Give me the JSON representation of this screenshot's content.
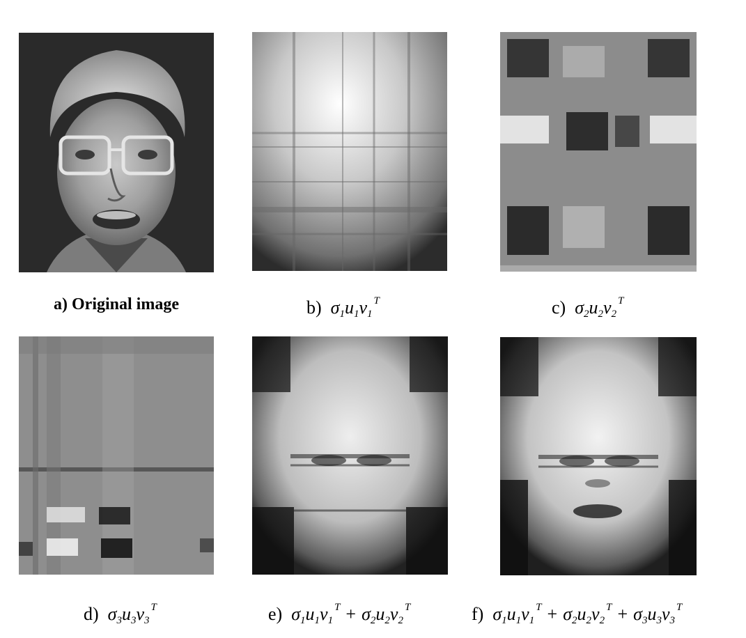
{
  "figure": {
    "panels": [
      {
        "id": "a",
        "caption_text": "a) Original image"
      },
      {
        "id": "b",
        "caption_text": "b) σ1u1v1T",
        "prefix": "b)",
        "terms": [
          {
            "k": "1"
          }
        ]
      },
      {
        "id": "c",
        "caption_text": "c) σ2u2v2T",
        "prefix": "c)",
        "terms": [
          {
            "k": "2"
          }
        ]
      },
      {
        "id": "d",
        "caption_text": "d) σ3u3v3T",
        "prefix": "d)",
        "terms": [
          {
            "k": "3"
          }
        ]
      },
      {
        "id": "e",
        "caption_text": "e) σ1u1v1T + σ2u2v2T",
        "prefix": "e)",
        "terms": [
          {
            "k": "1"
          },
          {
            "k": "2"
          }
        ]
      },
      {
        "id": "f",
        "caption_text": "f) σ1u1v1T + σ2u2v2T + σ3u3v3T",
        "prefix": "f)",
        "terms": [
          {
            "k": "1"
          },
          {
            "k": "2"
          },
          {
            "k": "3"
          }
        ]
      }
    ],
    "symbols": {
      "sigma": "σ",
      "u": "u",
      "v": "v",
      "T": "T",
      "plus": "+"
    }
  }
}
